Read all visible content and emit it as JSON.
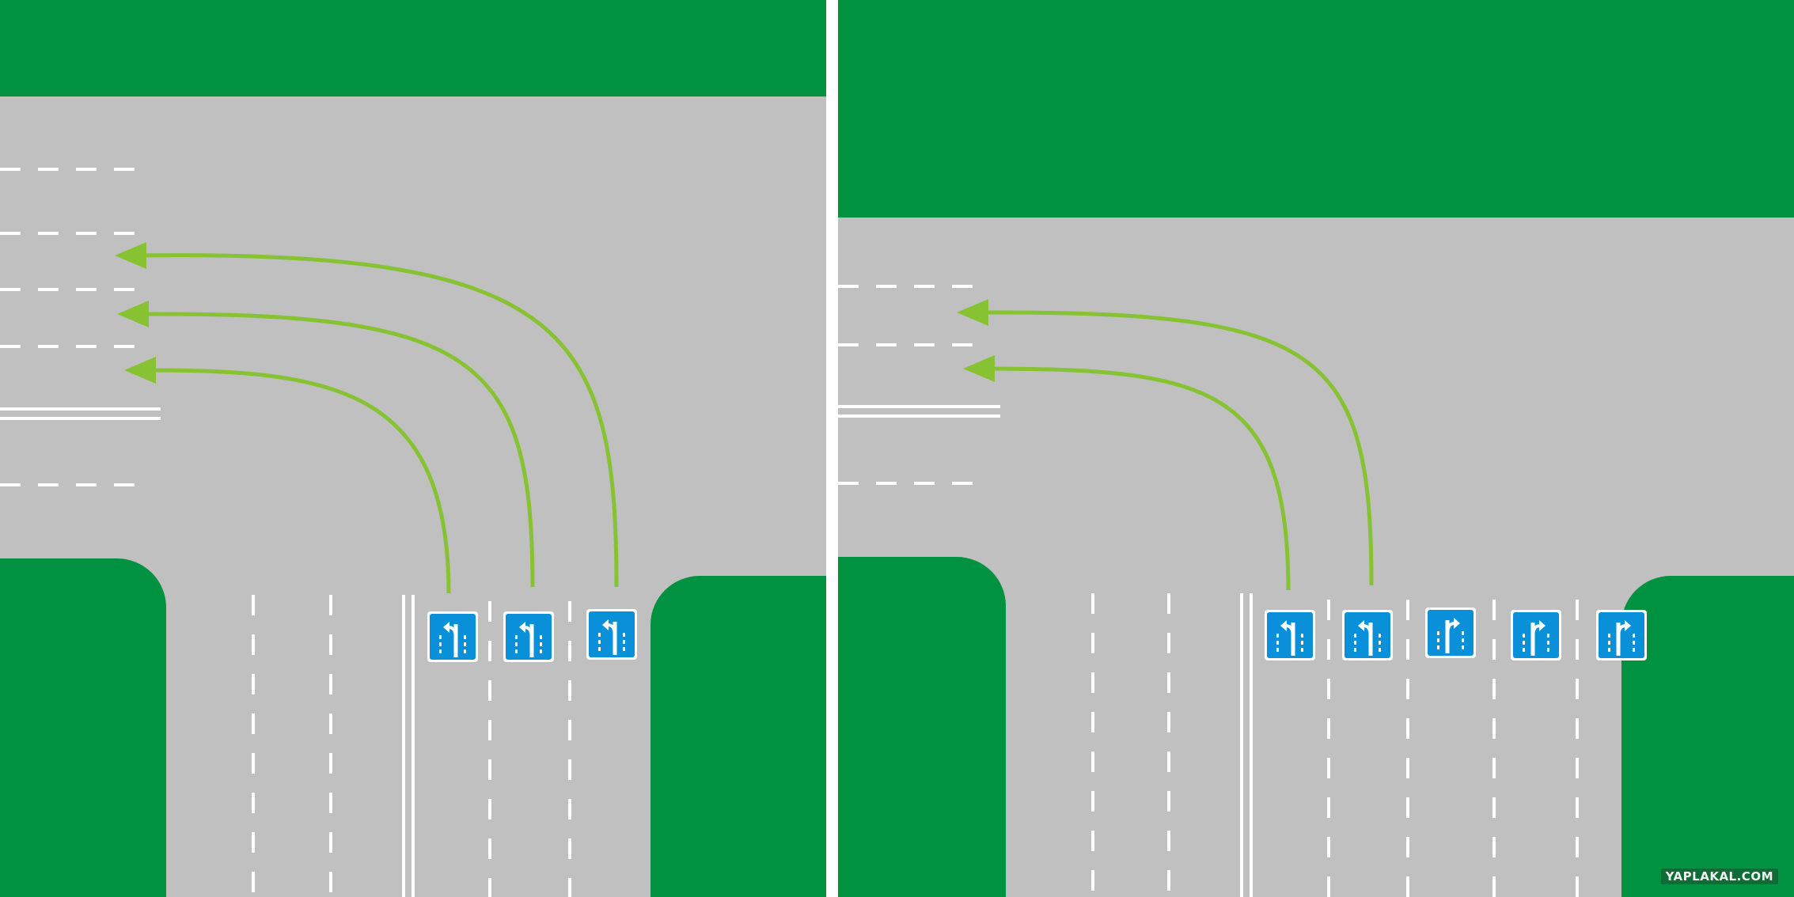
{
  "colors": {
    "grass": "#009240",
    "road": "#c0c0c0",
    "marking": "#ffffff",
    "arrow": "#86c232",
    "sign": "#0a90d8",
    "divider": "#ffffff"
  },
  "panels": [
    {
      "id": "left",
      "signs": [
        "left-turn-straight",
        "left-turn-straight",
        "left-turn-straight"
      ],
      "turn_arrows_count": 3
    },
    {
      "id": "right",
      "signs": [
        "left-turn-straight",
        "left-turn-straight",
        "right-turn-straight",
        "right-turn-straight",
        "right-turn-straight"
      ],
      "turn_arrows_count": 2
    }
  ],
  "watermark": "YAPLAKAL.COM"
}
